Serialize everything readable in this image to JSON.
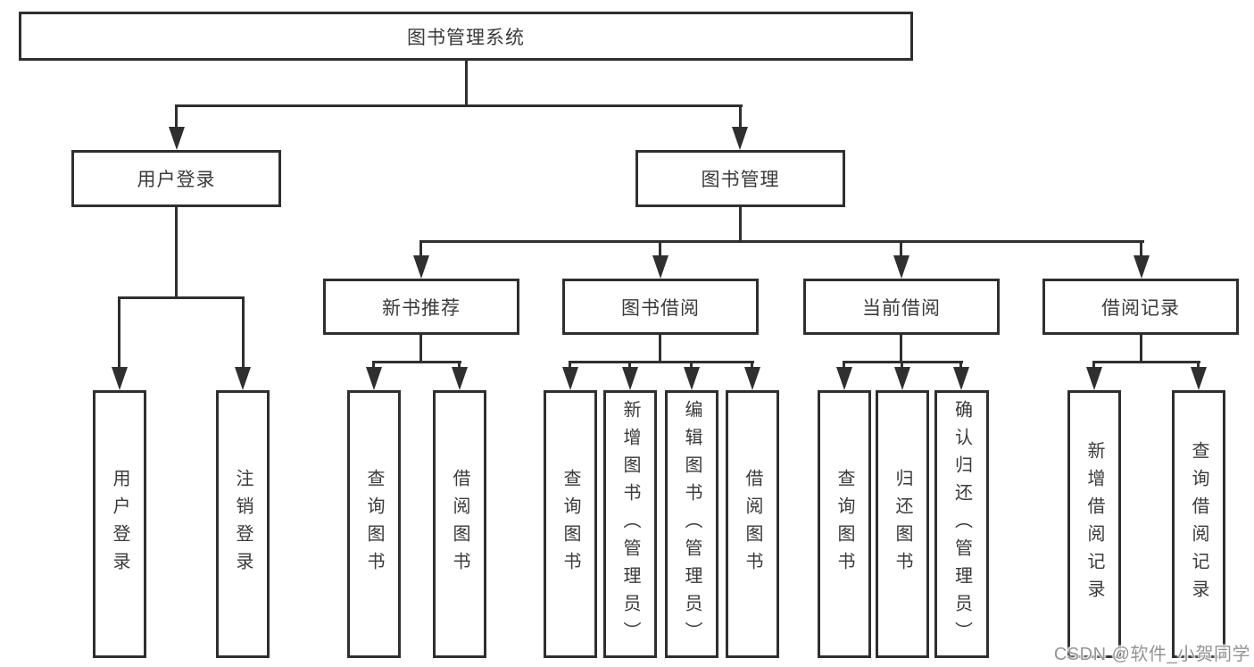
{
  "diagram": {
    "type": "hierarchy-tree",
    "title": "图书管理系统",
    "watermark": "CSDN @软件_小贺同学",
    "colors": {
      "line": "#2f2f2f",
      "box_border": "#2f2f2f",
      "box_fill": "#ffffff",
      "text": "#3a3a3a",
      "background": "#ffffff",
      "watermark_text": "#949494"
    },
    "nodes": {
      "root": {
        "label": "图书管理系统"
      },
      "user_login": {
        "label": "用户登录"
      },
      "book_mgmt": {
        "label": "图书管理"
      },
      "new_book_rec": {
        "label": "新书推荐"
      },
      "book_borrow": {
        "label": "图书借阅"
      },
      "current_borrow": {
        "label": "当前借阅"
      },
      "borrow_records": {
        "label": "借阅记录"
      },
      "leaf_login": {
        "label": "用户登录"
      },
      "leaf_logout": {
        "label": "注销登录"
      },
      "nb_query": {
        "label": "查询图书"
      },
      "nb_borrow": {
        "label": "借阅图书"
      },
      "bb_query": {
        "label": "查询图书"
      },
      "bb_add": {
        "label": "新增图书（管理员）"
      },
      "bb_edit": {
        "label": "编辑图书（管理员）"
      },
      "bb_borrow": {
        "label": "借阅图书"
      },
      "cb_query": {
        "label": "查询图书"
      },
      "cb_return": {
        "label": "归还图书"
      },
      "cb_confirm": {
        "label": "确认归还（管理员）"
      },
      "br_add": {
        "label": "新增借阅记录"
      },
      "br_query": {
        "label": "查询借阅记录"
      }
    },
    "edges": [
      {
        "from": "图书管理系统",
        "to": "用户登录"
      },
      {
        "from": "图书管理系统",
        "to": "图书管理"
      },
      {
        "from": "用户登录",
        "to": "用户登录"
      },
      {
        "from": "用户登录",
        "to": "注销登录"
      },
      {
        "from": "图书管理",
        "to": "新书推荐"
      },
      {
        "from": "图书管理",
        "to": "图书借阅"
      },
      {
        "from": "图书管理",
        "to": "当前借阅"
      },
      {
        "from": "图书管理",
        "to": "借阅记录"
      },
      {
        "from": "新书推荐",
        "to": "查询图书"
      },
      {
        "from": "新书推荐",
        "to": "借阅图书"
      },
      {
        "from": "图书借阅",
        "to": "查询图书"
      },
      {
        "from": "图书借阅",
        "to": "新增图书（管理员）"
      },
      {
        "from": "图书借阅",
        "to": "编辑图书（管理员）"
      },
      {
        "from": "图书借阅",
        "to": "借阅图书"
      },
      {
        "from": "当前借阅",
        "to": "查询图书"
      },
      {
        "from": "当前借阅",
        "to": "归还图书"
      },
      {
        "from": "当前借阅",
        "to": "确认归还（管理员）"
      },
      {
        "from": "借阅记录",
        "to": "新增借阅记录"
      },
      {
        "from": "借阅记录",
        "to": "查询借阅记录"
      }
    ]
  }
}
